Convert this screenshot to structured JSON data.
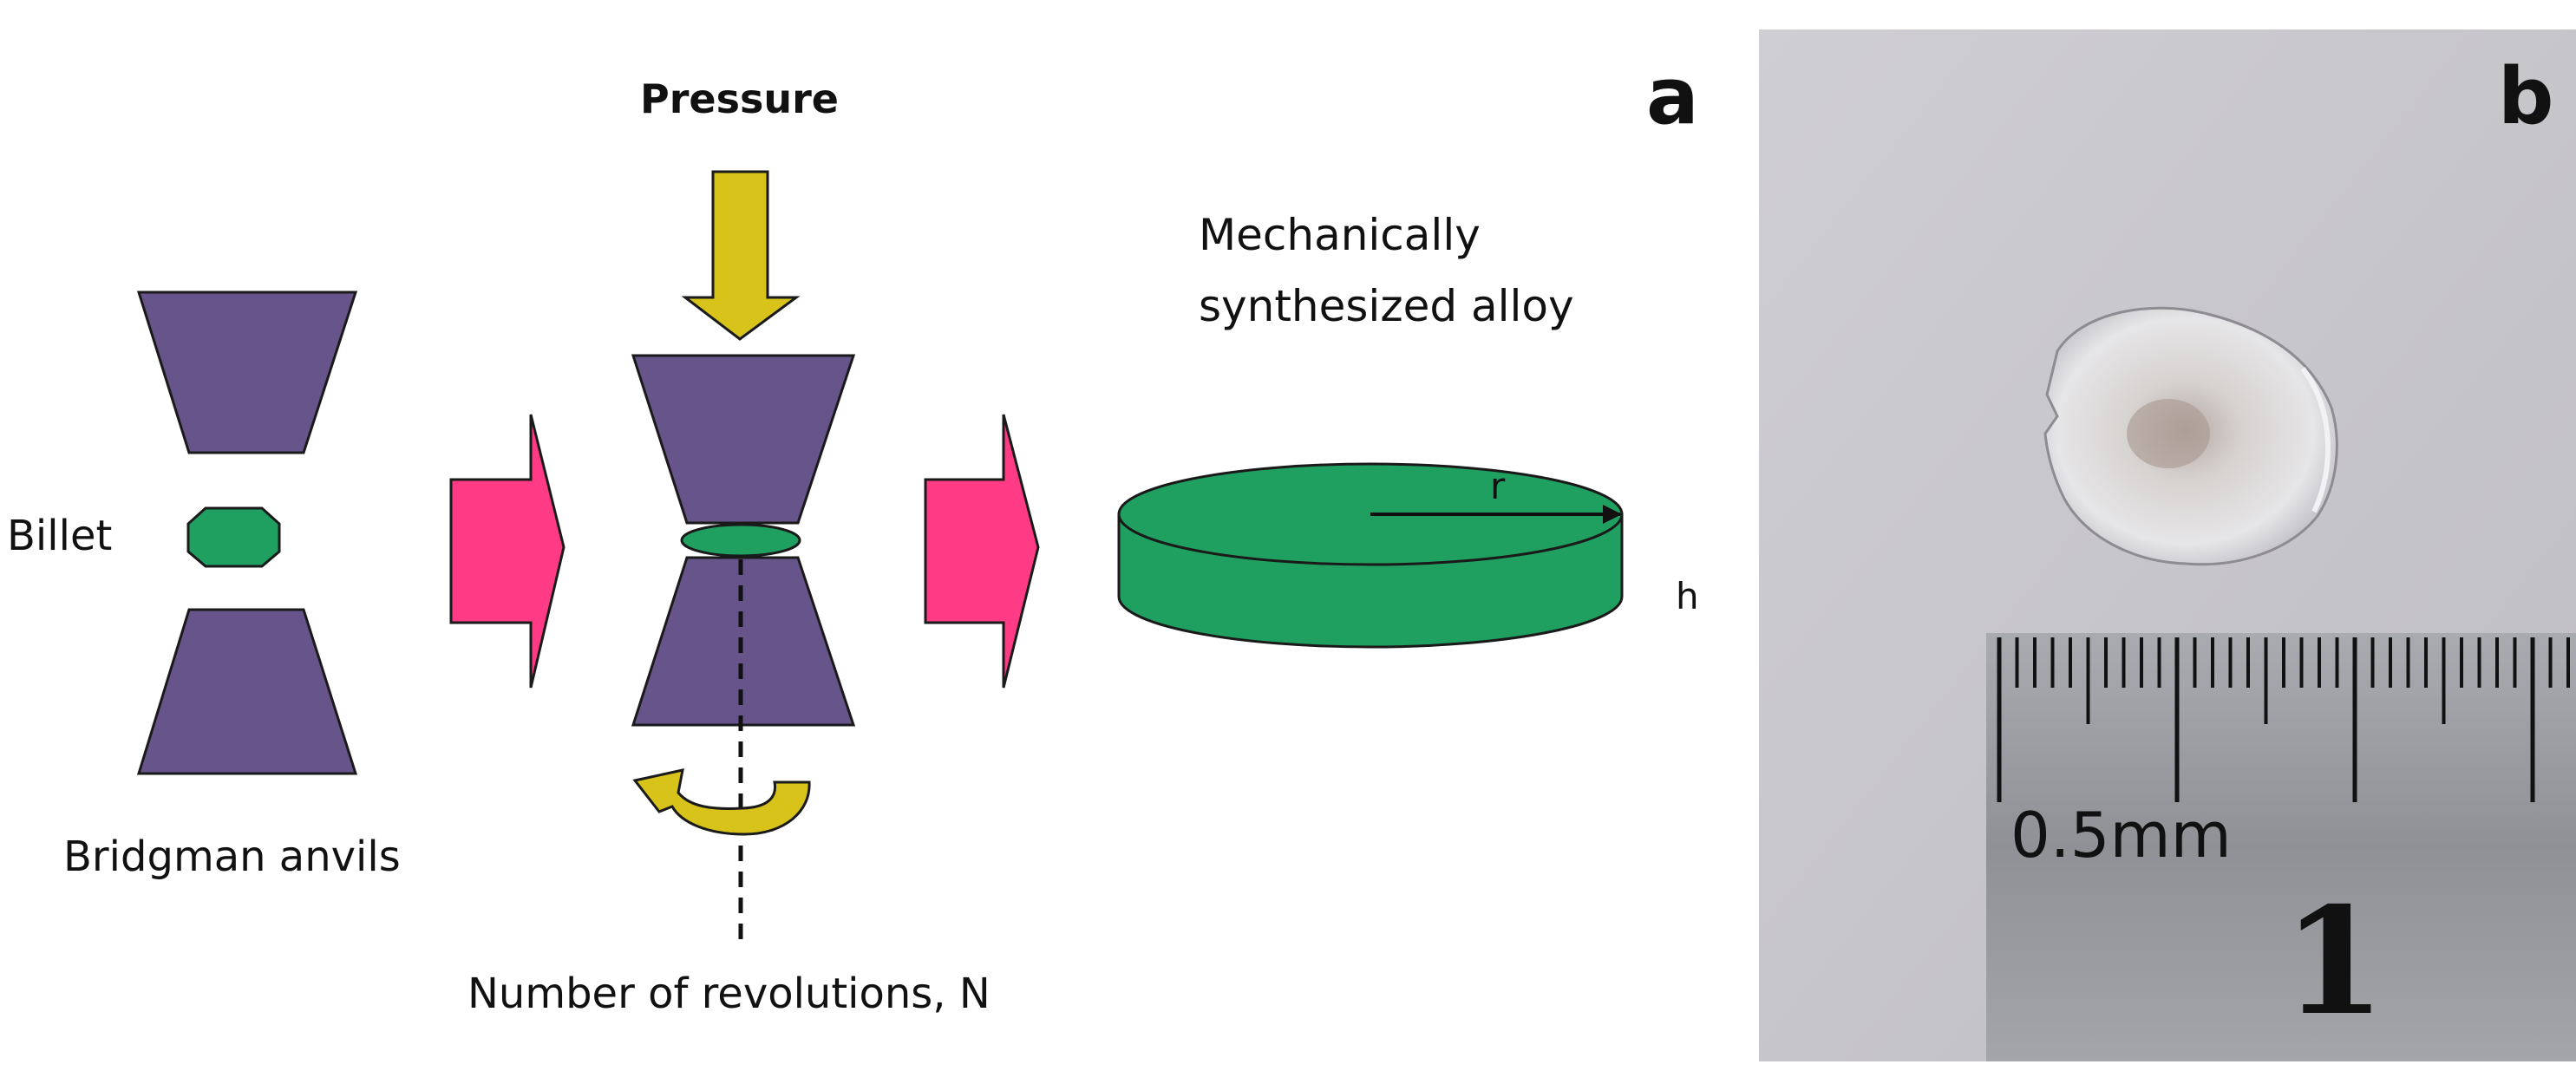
{
  "panel_a": {
    "letter": "a",
    "pressure_label": "Pressure",
    "billet_label": "Billet",
    "anvils_label": "Bridgman anvils",
    "alloy_label_line1": "Mechanically",
    "alloy_label_line2": "synthesized alloy",
    "radius_label": "r",
    "height_label": "h",
    "revolutions_label": "Number of revolutions, N"
  },
  "panel_b": {
    "letter": "b",
    "ruler_unit_label": "0.5mm",
    "ruler_number": "1"
  },
  "colors": {
    "anvil": "#66548a",
    "green": "#1fa060",
    "pink": "#ff3b85",
    "yellow": "#d8c31a",
    "photo_bg": "#c9c8cd",
    "ruler": "#9a9ca1"
  }
}
